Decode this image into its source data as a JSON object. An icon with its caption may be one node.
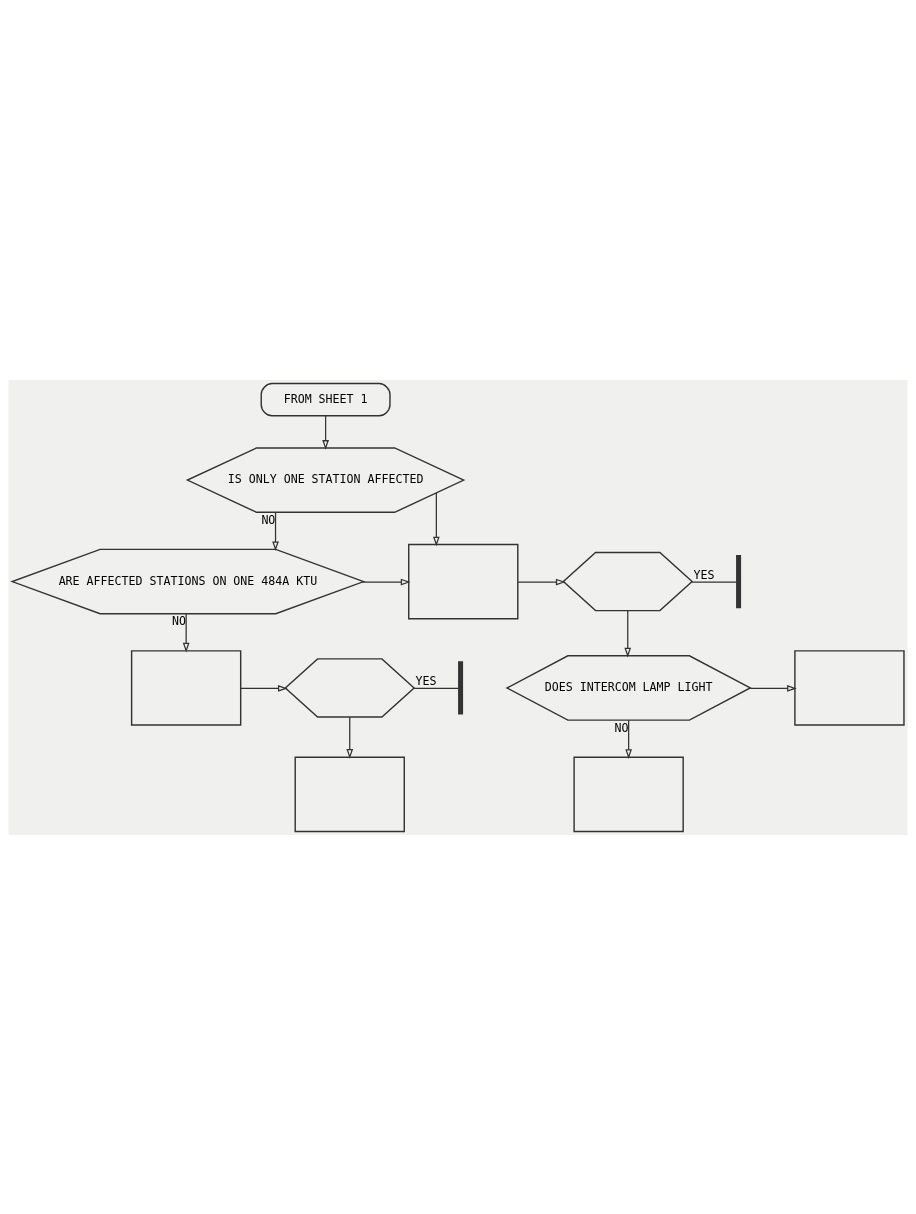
{
  "diagram": {
    "nodes": [
      {
        "text": [
          "FROM SHEET 1"
        ]
      },
      {
        "text": [
          "IS ONLY ONE STATION AFFECTED"
        ]
      },
      {
        "text": [
          "ARE AFFECTED STATIONS ON ONE 484A KTU"
        ]
      },
      {
        "text": [],
        "shape": "box"
      },
      {
        "text": [],
        "shape": "hexagon"
      },
      {
        "text": [],
        "shape": "bar"
      },
      {
        "text": [],
        "shape": "box"
      },
      {
        "text": [],
        "shape": "hexagon"
      },
      {
        "text": [],
        "shape": "bar"
      },
      {
        "text": [
          "DOES INTERCOM LAMP LIGHT"
        ]
      },
      {
        "text": [],
        "shape": "box"
      },
      {
        "text": [],
        "shape": "box"
      },
      {
        "text": [],
        "shape": "box"
      }
    ],
    "edges": [
      {
        "from": 0,
        "to": 1,
        "arrow": "to"
      },
      {
        "from": 1,
        "to": 2,
        "arrow": "to",
        "label": "NO"
      },
      {
        "from": 1,
        "to": 3,
        "arrow": "to"
      },
      {
        "from": 2,
        "to": 3,
        "arrow": "to"
      },
      {
        "from": 2,
        "to": 6,
        "arrow": "to",
        "label": "NO"
      },
      {
        "from": 3,
        "to": 4,
        "arrow": "to"
      },
      {
        "from": 4,
        "to": 5,
        "arrow": "none",
        "label": "YES"
      },
      {
        "from": 4,
        "to": 9,
        "arrow": "to"
      },
      {
        "from": 6,
        "to": 7,
        "arrow": "to"
      },
      {
        "from": 7,
        "to": 8,
        "arrow": "none",
        "label": "YES"
      },
      {
        "from": 7,
        "to": 11,
        "arrow": "to"
      },
      {
        "from": 9,
        "to": 10,
        "arrow": "to"
      },
      {
        "from": 9,
        "to": 12,
        "arrow": "to",
        "label": "NO"
      }
    ]
  }
}
